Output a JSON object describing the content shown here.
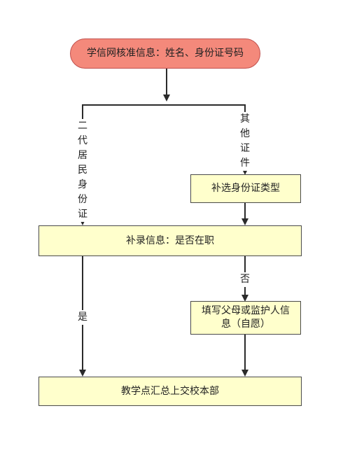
{
  "nodes": {
    "start": "学信网核准信息：姓名、身份证号码",
    "supplement_id_type": "补选身份证类型",
    "supplement_employment": "补录信息：是否在职",
    "guardian_info": "填写父母或监护人信息（自愿）",
    "submit": "教学点汇总上交校本部"
  },
  "edge_labels": {
    "second_gen_id": "二代居民身份证",
    "other_id": "其他证件",
    "yes": "是",
    "no": "否"
  }
}
